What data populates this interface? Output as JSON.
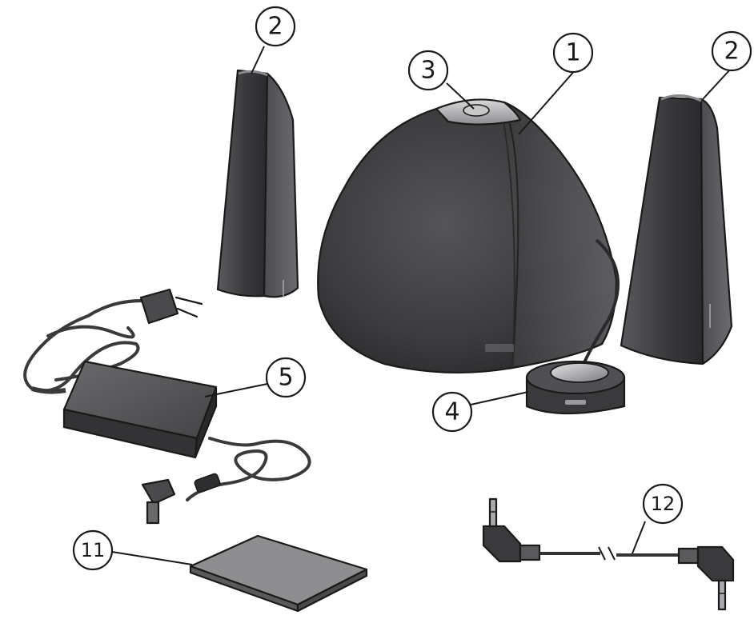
{
  "callouts": {
    "main_unit": "1",
    "left_satellite": "2",
    "right_satellite": "2",
    "top_button": "3",
    "remote_controller": "4",
    "power_adapter": "5",
    "user_manual": "11",
    "audio_cable": "12"
  },
  "colors": {
    "speaker_body": "#4a4a4c",
    "speaker_dark": "#2e2e30",
    "speaker_light": "#6a6a6e",
    "adapter_body": "#505052",
    "manual_cover": "#8a8a8c",
    "cable_color": "#555557",
    "ink": "#1a1a1a"
  },
  "icons": {
    "plug": "power-plug-icon",
    "dc_jack": "dc-jack-icon",
    "stereo_jack": "stereo-jack-icon"
  }
}
